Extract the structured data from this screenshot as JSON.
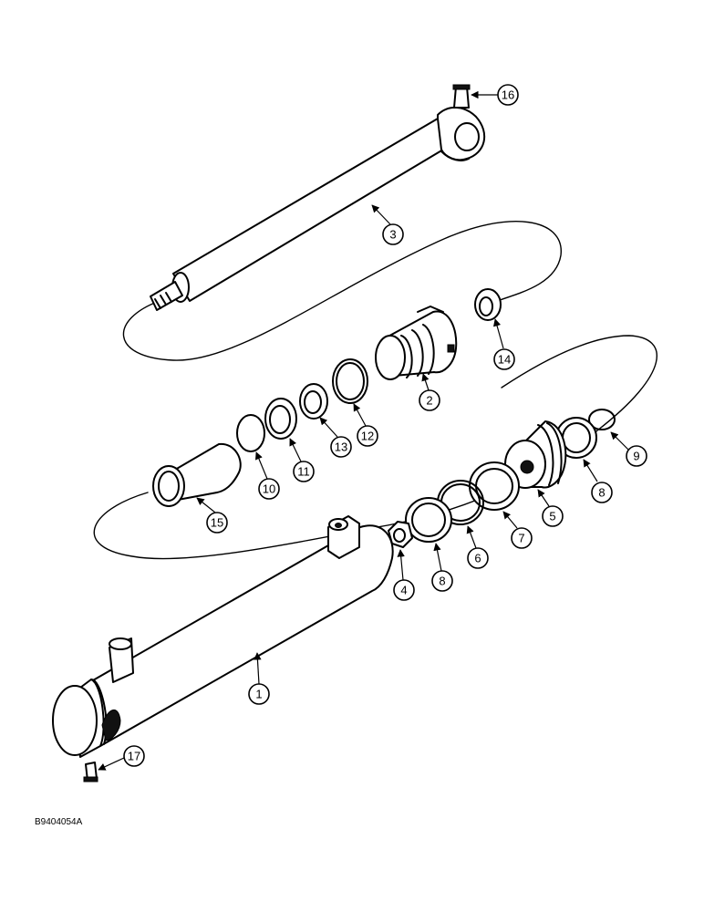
{
  "diagram": {
    "reference": "B9404054A",
    "callouts": [
      "1",
      "2",
      "3",
      "4",
      "5",
      "6",
      "7",
      "8",
      "8",
      "9",
      "10",
      "11",
      "12",
      "13",
      "14",
      "15",
      "16",
      "17"
    ]
  }
}
